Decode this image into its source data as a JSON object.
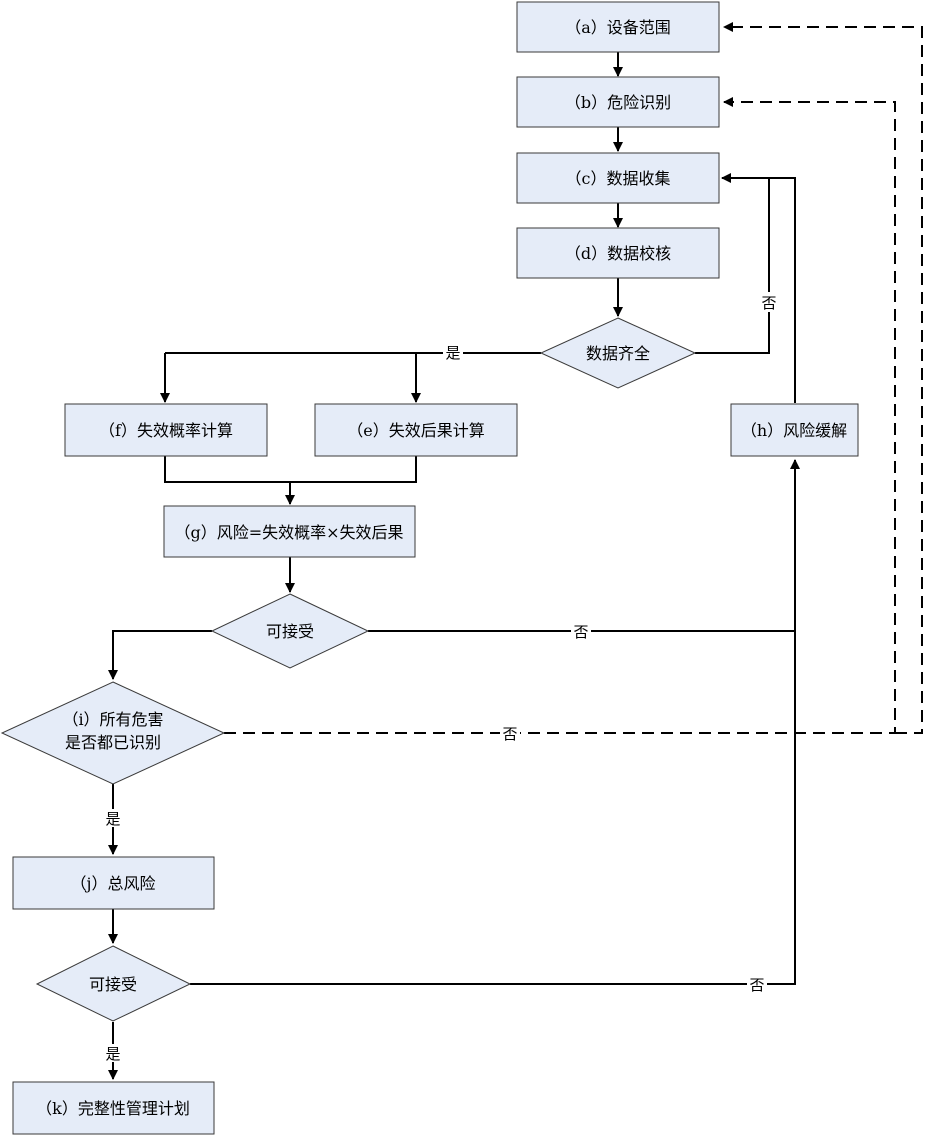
{
  "nodes": {
    "a": {
      "label": "（a）设备范围"
    },
    "b": {
      "label": "（b）危险识别"
    },
    "c": {
      "label": "（c）数据收集"
    },
    "d": {
      "label": "（d）数据校核"
    },
    "complete": {
      "label": "数据齐全"
    },
    "f": {
      "label": "（f）失效概率计算"
    },
    "e": {
      "label": "（e）失效后果计算"
    },
    "h": {
      "label": "（h）风险缓解"
    },
    "g": {
      "label": "（g）风险=失效概率×失效后果"
    },
    "accept1": {
      "label": "可接受"
    },
    "i": {
      "line1": "（i）所有危害",
      "line2": "是否都已识别"
    },
    "j": {
      "label": "（j）总风险"
    },
    "accept2": {
      "label": "可接受"
    },
    "k": {
      "label": "（k）完整性管理计划"
    }
  },
  "edges": {
    "complete_yes": "是",
    "complete_no": "否",
    "accept1_no": "否",
    "i_no": "否",
    "i_yes": "是",
    "accept2_no": "否",
    "accept2_yes": "是"
  }
}
